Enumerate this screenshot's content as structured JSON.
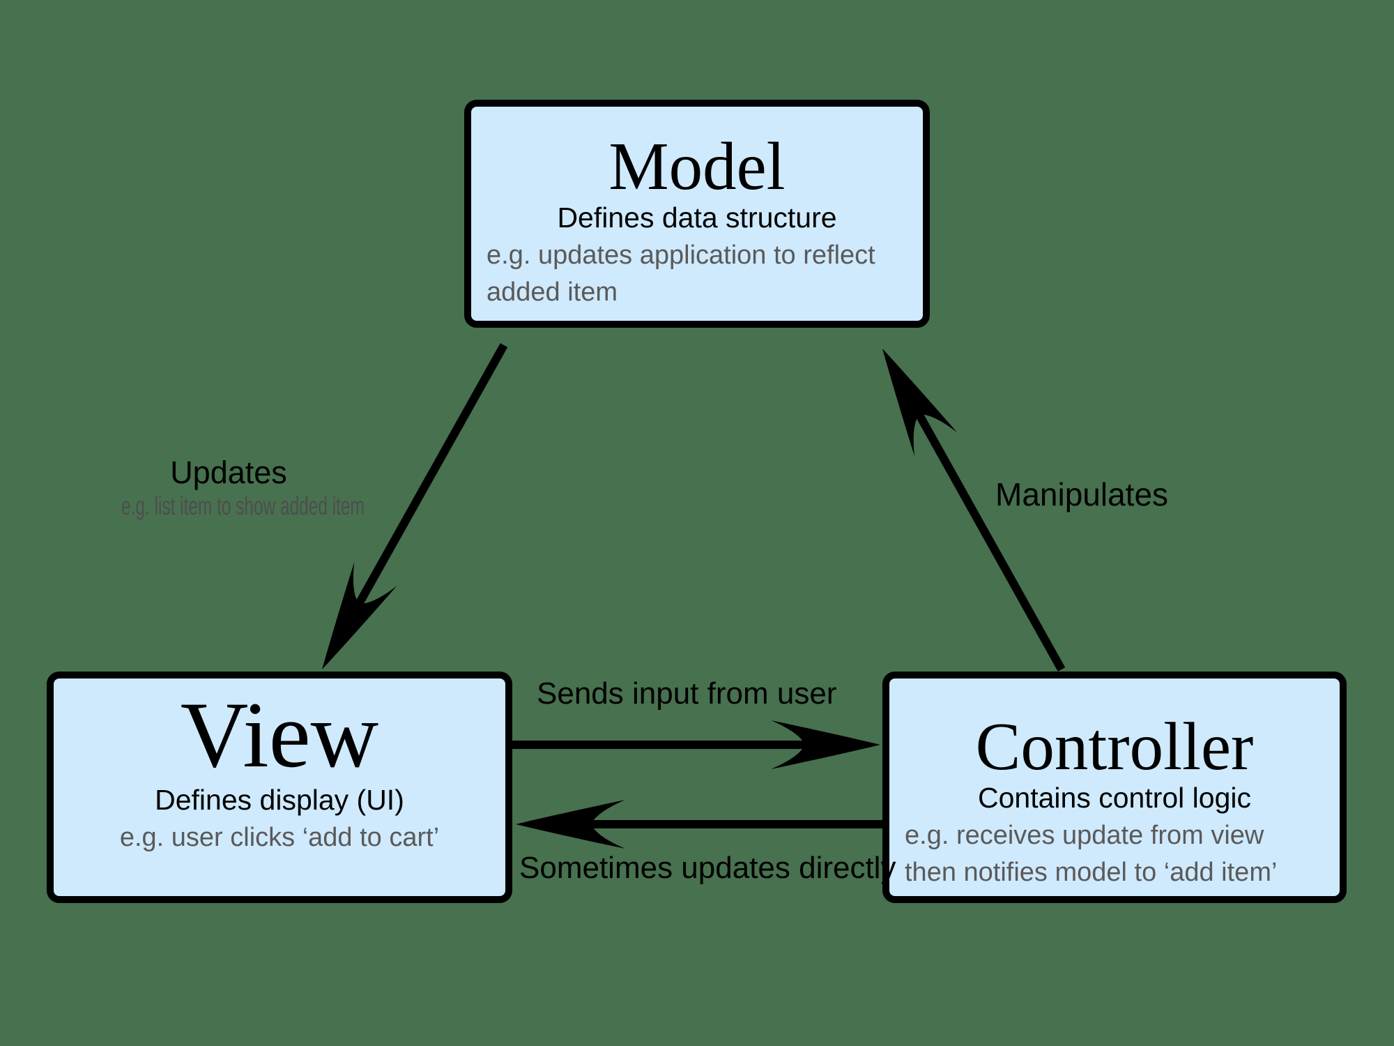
{
  "colors": {
    "background": "#47714f",
    "box_fill": "#cfeafc",
    "box_border": "#000000",
    "text": "#000000",
    "muted_text": "#5a5a5a",
    "arrow": "#000000"
  },
  "boxes": {
    "model": {
      "title": "Model",
      "subtitle": "Defines data structure",
      "example_line1": "e.g. updates application to reflect",
      "example_line2": "added item"
    },
    "view": {
      "title": "View",
      "subtitle": "Defines display (UI)",
      "example_line1": "e.g. user clicks ‘add to cart’"
    },
    "controller": {
      "title": "Controller",
      "subtitle": "Contains control logic",
      "example_line1": "e.g. receives update from view",
      "example_line2": "then notifies model to ‘add item’"
    }
  },
  "arrows": {
    "model_to_view": {
      "label": "Updates",
      "sublabel": "e.g. list item to show added item"
    },
    "controller_to_model": {
      "label": "Manipulates"
    },
    "view_to_controller": {
      "label": "Sends input from user"
    },
    "controller_to_view": {
      "label": "Sometimes updates directly"
    }
  }
}
